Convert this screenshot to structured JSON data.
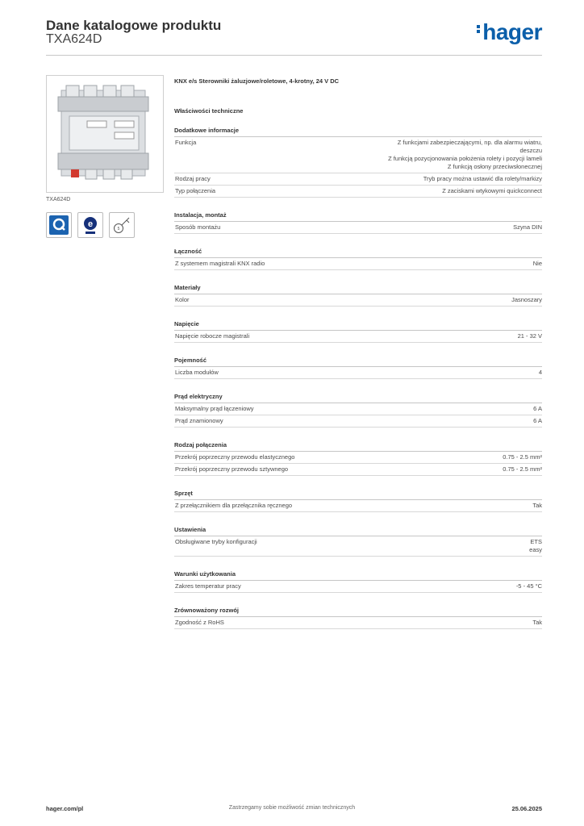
{
  "header": {
    "title": "Dane katalogowe produktu",
    "code": "TXA624D",
    "logo": "hager"
  },
  "product": {
    "image_label": "TXA624D",
    "title": "KNX e/s Sterowniki żaluzjowe/roletowe, 4-krotny, 24 V DC",
    "props_heading": "Właściwości techniczne",
    "icons": [
      "quality-mark-icon",
      "eu-energy-label-icon",
      "key-tool-icon"
    ]
  },
  "sections": [
    {
      "title": "Dodatkowe informacje",
      "rows": [
        {
          "label": "Funkcja",
          "value": "Z funkcjami zabezpieczającymi, np. dla alarmu wiatru,\ndeszczu\nZ funkcją pozycjonowania położenia rolety i pozycji lameli\nZ funkcją osłony przeciwsłonecznej"
        },
        {
          "label": "Rodzaj pracy",
          "value": "Tryb pracy można ustawić dla rolety/markizy"
        },
        {
          "label": "Typ połączenia",
          "value": "Z zaciskami wtykowymi quickconnect"
        }
      ]
    },
    {
      "title": "Instalacja, montaż",
      "rows": [
        {
          "label": "Sposób montażu",
          "value": "Szyna DIN"
        }
      ]
    },
    {
      "title": "Łączność",
      "rows": [
        {
          "label": "Z systemem magistrali KNX radio",
          "value": "Nie"
        }
      ]
    },
    {
      "title": "Materiały",
      "rows": [
        {
          "label": "Kolor",
          "value": "Jasnoszary"
        }
      ]
    },
    {
      "title": "Napięcie",
      "rows": [
        {
          "label": "Napięcie robocze magistrali",
          "value": "21 - 32 V"
        }
      ]
    },
    {
      "title": "Pojemność",
      "rows": [
        {
          "label": "Liczba modułów",
          "value": "4"
        }
      ]
    },
    {
      "title": "Prąd elektryczny",
      "rows": [
        {
          "label": "Maksymalny prąd łączeniowy",
          "value": "6 A"
        },
        {
          "label": "Prąd znamionowy",
          "value": "6 A"
        }
      ]
    },
    {
      "title": "Rodzaj połączenia",
      "rows": [
        {
          "label": "Przekrój poprzeczny przewodu elastycznego",
          "value": "0.75 - 2.5 mm²"
        },
        {
          "label": "Przekrój poprzeczny przewodu sztywnego",
          "value": "0.75 - 2.5 mm²"
        }
      ]
    },
    {
      "title": "Sprzęt",
      "rows": [
        {
          "label": "Z przełącznikiem dla przełącznika ręcznego",
          "value": "Tak"
        }
      ]
    },
    {
      "title": "Ustawienia",
      "rows": [
        {
          "label": "Obsługiwane tryby konfiguracji",
          "value": "ETS\neasy"
        }
      ]
    },
    {
      "title": "Warunki użytkowania",
      "rows": [
        {
          "label": "Zakres temperatur pracy",
          "value": "-5 - 45 °C"
        }
      ]
    },
    {
      "title": "Zrównoważony rozwój",
      "rows": [
        {
          "label": "Zgodność z RoHS",
          "value": "Tak"
        }
      ]
    }
  ],
  "footer": {
    "left": "hager.com/pl",
    "middle": "Zastrzegamy sobie możliwość zmian technicznych",
    "right": "25.06.2025"
  }
}
